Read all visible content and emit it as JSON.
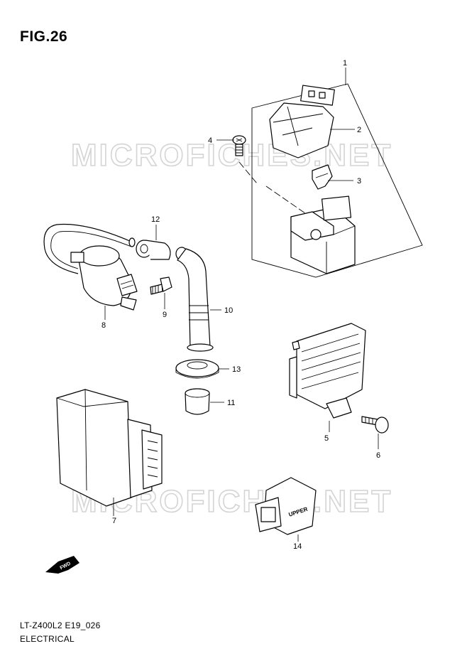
{
  "figure": {
    "title": "FIG.26"
  },
  "footer": {
    "code": "LT-Z400L2 E19_026",
    "section": "ELECTRICAL"
  },
  "watermark": {
    "text": "MICROFICHES.NET"
  },
  "fwd_label": "FWD",
  "upper_label": "UPPER",
  "callouts": {
    "c1": "1",
    "c2": "2",
    "c3": "3",
    "c4": "4",
    "c5": "5",
    "c6": "6",
    "c7": "7",
    "c8": "8",
    "c9": "9",
    "c10": "10",
    "c11": "11",
    "c12": "12",
    "c13": "13",
    "c14": "14"
  }
}
